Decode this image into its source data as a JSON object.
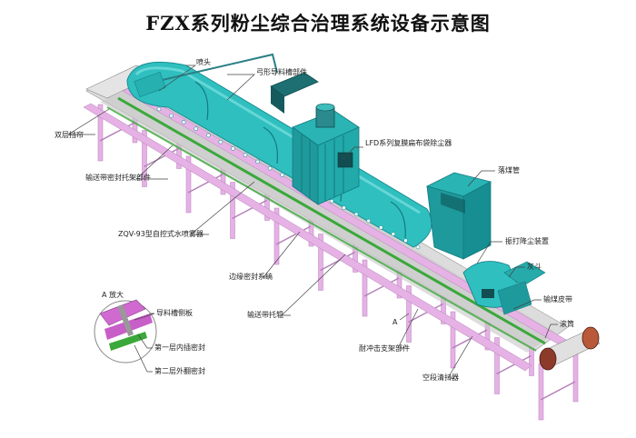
{
  "title": "FZX系列粉尘综合治理系统设备示意图",
  "labels": {
    "nozzle": "喷头",
    "arched_chute": "弓形导料槽部件",
    "double_curtain": "双层挡帘",
    "dust_collector": "LFD系列复膜扁布袋除尘器",
    "belt_seal_frame": "输送带密封托架部件",
    "coal_chute": "落煤管",
    "water_sprayer": "ZQV-93型自控式水喷雾器",
    "beat_dust": "振打降尘装置",
    "edge_seal": "边缘密封系统",
    "ash_hopper": "灰斗",
    "belt_roller": "输送带托辊",
    "coal_belt": "输煤皮带",
    "a_mark": "A",
    "drum": "滚筒",
    "impact_frame": "耐冲击支架部件",
    "empty_cleaner": "空段清扫器",
    "detail_title": "A 放大",
    "detail_chute_plate": "导料槽侧板",
    "detail_inner_seal": "第一层内插密封",
    "detail_outer_seal": "第二层外翻密封"
  },
  "colors": {
    "chute": "#2fbfbf",
    "chute_dark": "#1a8f95",
    "collector": "#22a9a9",
    "collector_dark": "#137a80",
    "frame": "#e6b2e6",
    "frame_dark": "#b47fb8",
    "belt": "#d8d8d8",
    "seal_green": "#3aa83a",
    "dark_box": "#1d6f72"
  }
}
